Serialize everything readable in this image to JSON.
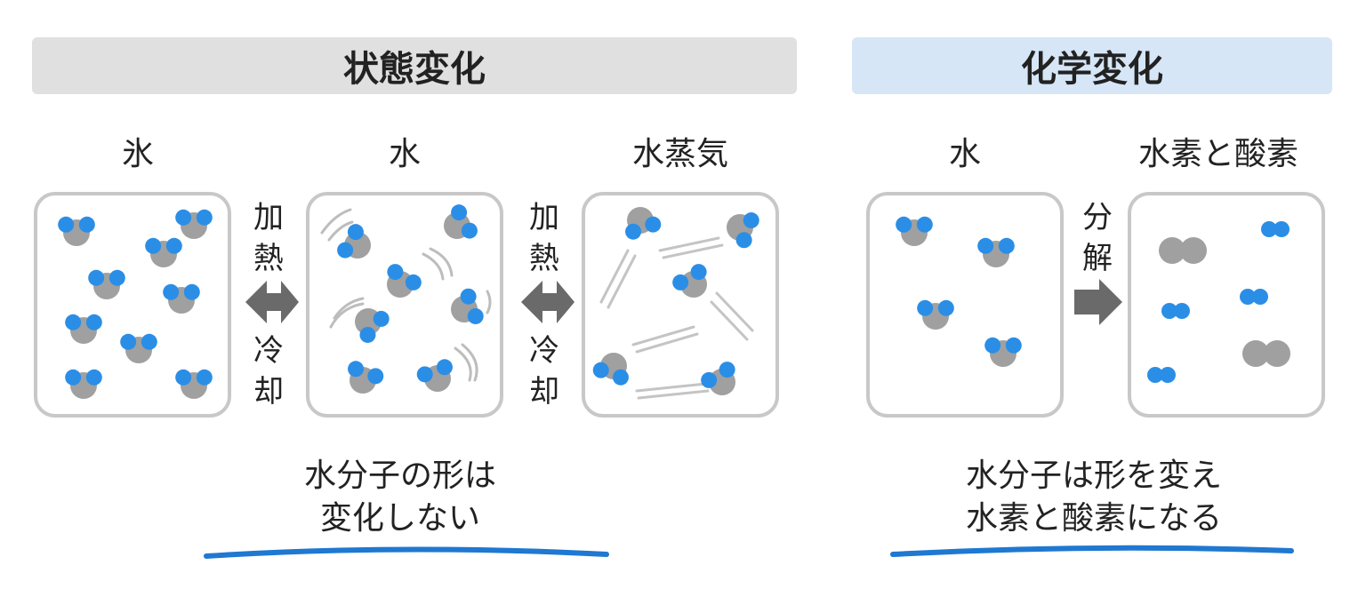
{
  "physical_change": {
    "title": "状態変化",
    "stage_labels": [
      "氷",
      "水",
      "水蒸気"
    ],
    "arrow_top": "加熱",
    "arrow_bottom": "冷却",
    "caption_line1": "水分子の形は",
    "caption_line2": "変化しない"
  },
  "chemical_change": {
    "title": "化学変化",
    "stage_labels": [
      "水",
      "水素と酸素"
    ],
    "arrow_label": "分解",
    "caption_line1": "水分子は形を変え",
    "caption_line2": "水素と酸素になる"
  },
  "colors": {
    "physical_banner": "#e0e0e0",
    "chemical_banner": "#d6e6f7",
    "hydrogen": "#2b8ee6",
    "oxygen": "#a0a0a0",
    "box_border": "#c8c8c8",
    "arrow": "#6a6a6a",
    "underline": "#1f78d1"
  }
}
